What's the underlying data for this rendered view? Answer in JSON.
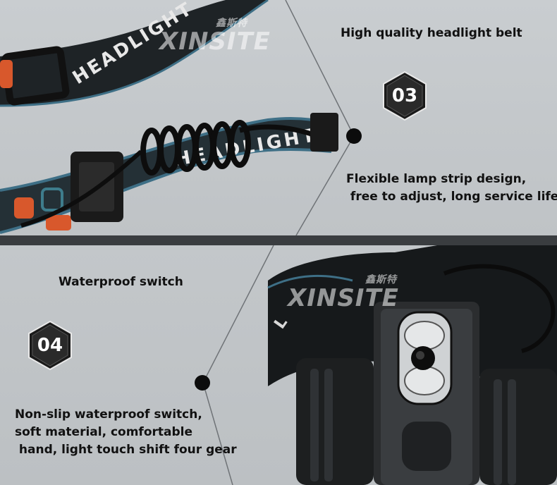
{
  "sections": [
    {
      "badge": "03",
      "captions": [
        "High quality headlight belt",
        "Flexible lamp strip design,\n free to adjust, long service life"
      ],
      "watermark": {
        "cn": "鑫斯特",
        "en": "XINSITE"
      }
    },
    {
      "badge": "04",
      "captions": [
        "Waterproof switch",
        "Non-slip waterproof switch,\nsoft material, comfortable\n hand, light touch shift four gear"
      ],
      "watermark": {
        "cn": "鑫斯特",
        "en": "XINSITE"
      }
    }
  ],
  "strap_print": "HEADLIGHT"
}
